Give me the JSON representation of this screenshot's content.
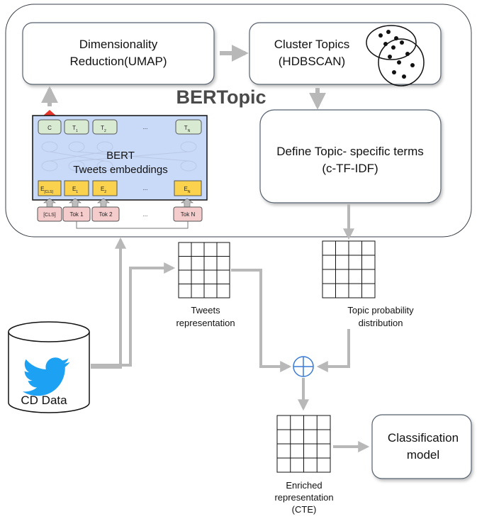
{
  "framework": {
    "title": "BERTopic"
  },
  "boxes": {
    "dim_reduction": {
      "line1": "Dimensionality",
      "line2": "Reduction(UMAP)"
    },
    "cluster_topics": {
      "line1": "Cluster Topics",
      "line2": "(HDBSCAN)"
    },
    "define_terms": {
      "line1": "Define Topic- specific terms",
      "line2": "(c-TF-IDF)"
    },
    "classification": {
      "line1": "Classification",
      "line2": "model"
    }
  },
  "bert": {
    "line1": "BERT",
    "line2": "Tweets embeddings",
    "outputs": [
      "C",
      "T",
      "T",
      "...",
      "T"
    ],
    "output_subs": [
      "",
      "1",
      "2",
      "",
      "N"
    ],
    "embeddings": [
      "E",
      "E",
      "E",
      "...",
      "E"
    ],
    "embedding_subs": [
      "[CLS]",
      "1",
      "2",
      "",
      "N"
    ],
    "tokens": [
      "[CLS]",
      "Tok 1",
      "Tok 2",
      "...",
      "Tok N"
    ]
  },
  "data_source": {
    "label": "CD Data",
    "icon": "twitter-bird-icon"
  },
  "matrices": {
    "tweets": {
      "line1": "Tweets",
      "line2": "representation"
    },
    "topic": {
      "line1": "Topic probability",
      "line2": "distribution"
    },
    "enriched": {
      "line1": "Enriched",
      "line2": "representation",
      "line3": "(CTE)"
    }
  },
  "colors": {
    "arrow": "#b8b8b8",
    "bert_bg": "#c9daf8",
    "output_token": "#d9ead3",
    "embedding": "#fbd24d",
    "input_token": "#f4cccc",
    "red_arrow": "#e8352c",
    "twitter_blue": "#1da1f2",
    "plus_circle": "#3a7bd5"
  }
}
